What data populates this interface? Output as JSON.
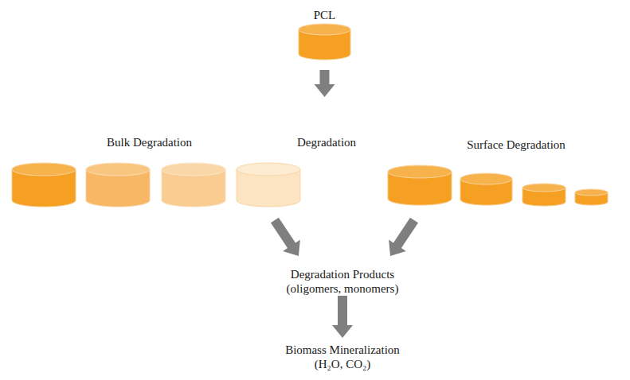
{
  "diagram": {
    "nodes": [
      {
        "text": [
          "PCL"
        ]
      },
      {
        "text": [
          "Bulk Degradation"
        ]
      },
      {
        "text": [
          "Degradation"
        ]
      },
      {
        "text": [
          "Surface Degradation"
        ]
      },
      {
        "text": [
          "Degradation Products (oligomers, monomers)"
        ]
      },
      {
        "text": [
          "Biomass Mineralization (H₂O, CO₂)"
        ]
      }
    ],
    "edges": [
      {
        "from": 0,
        "to": 2,
        "arrow": "to"
      },
      {
        "from": 1,
        "to": 4,
        "arrow": "to"
      },
      {
        "from": 3,
        "to": 4,
        "arrow": "to"
      },
      {
        "from": 4,
        "to": 5,
        "arrow": "to"
      }
    ]
  }
}
